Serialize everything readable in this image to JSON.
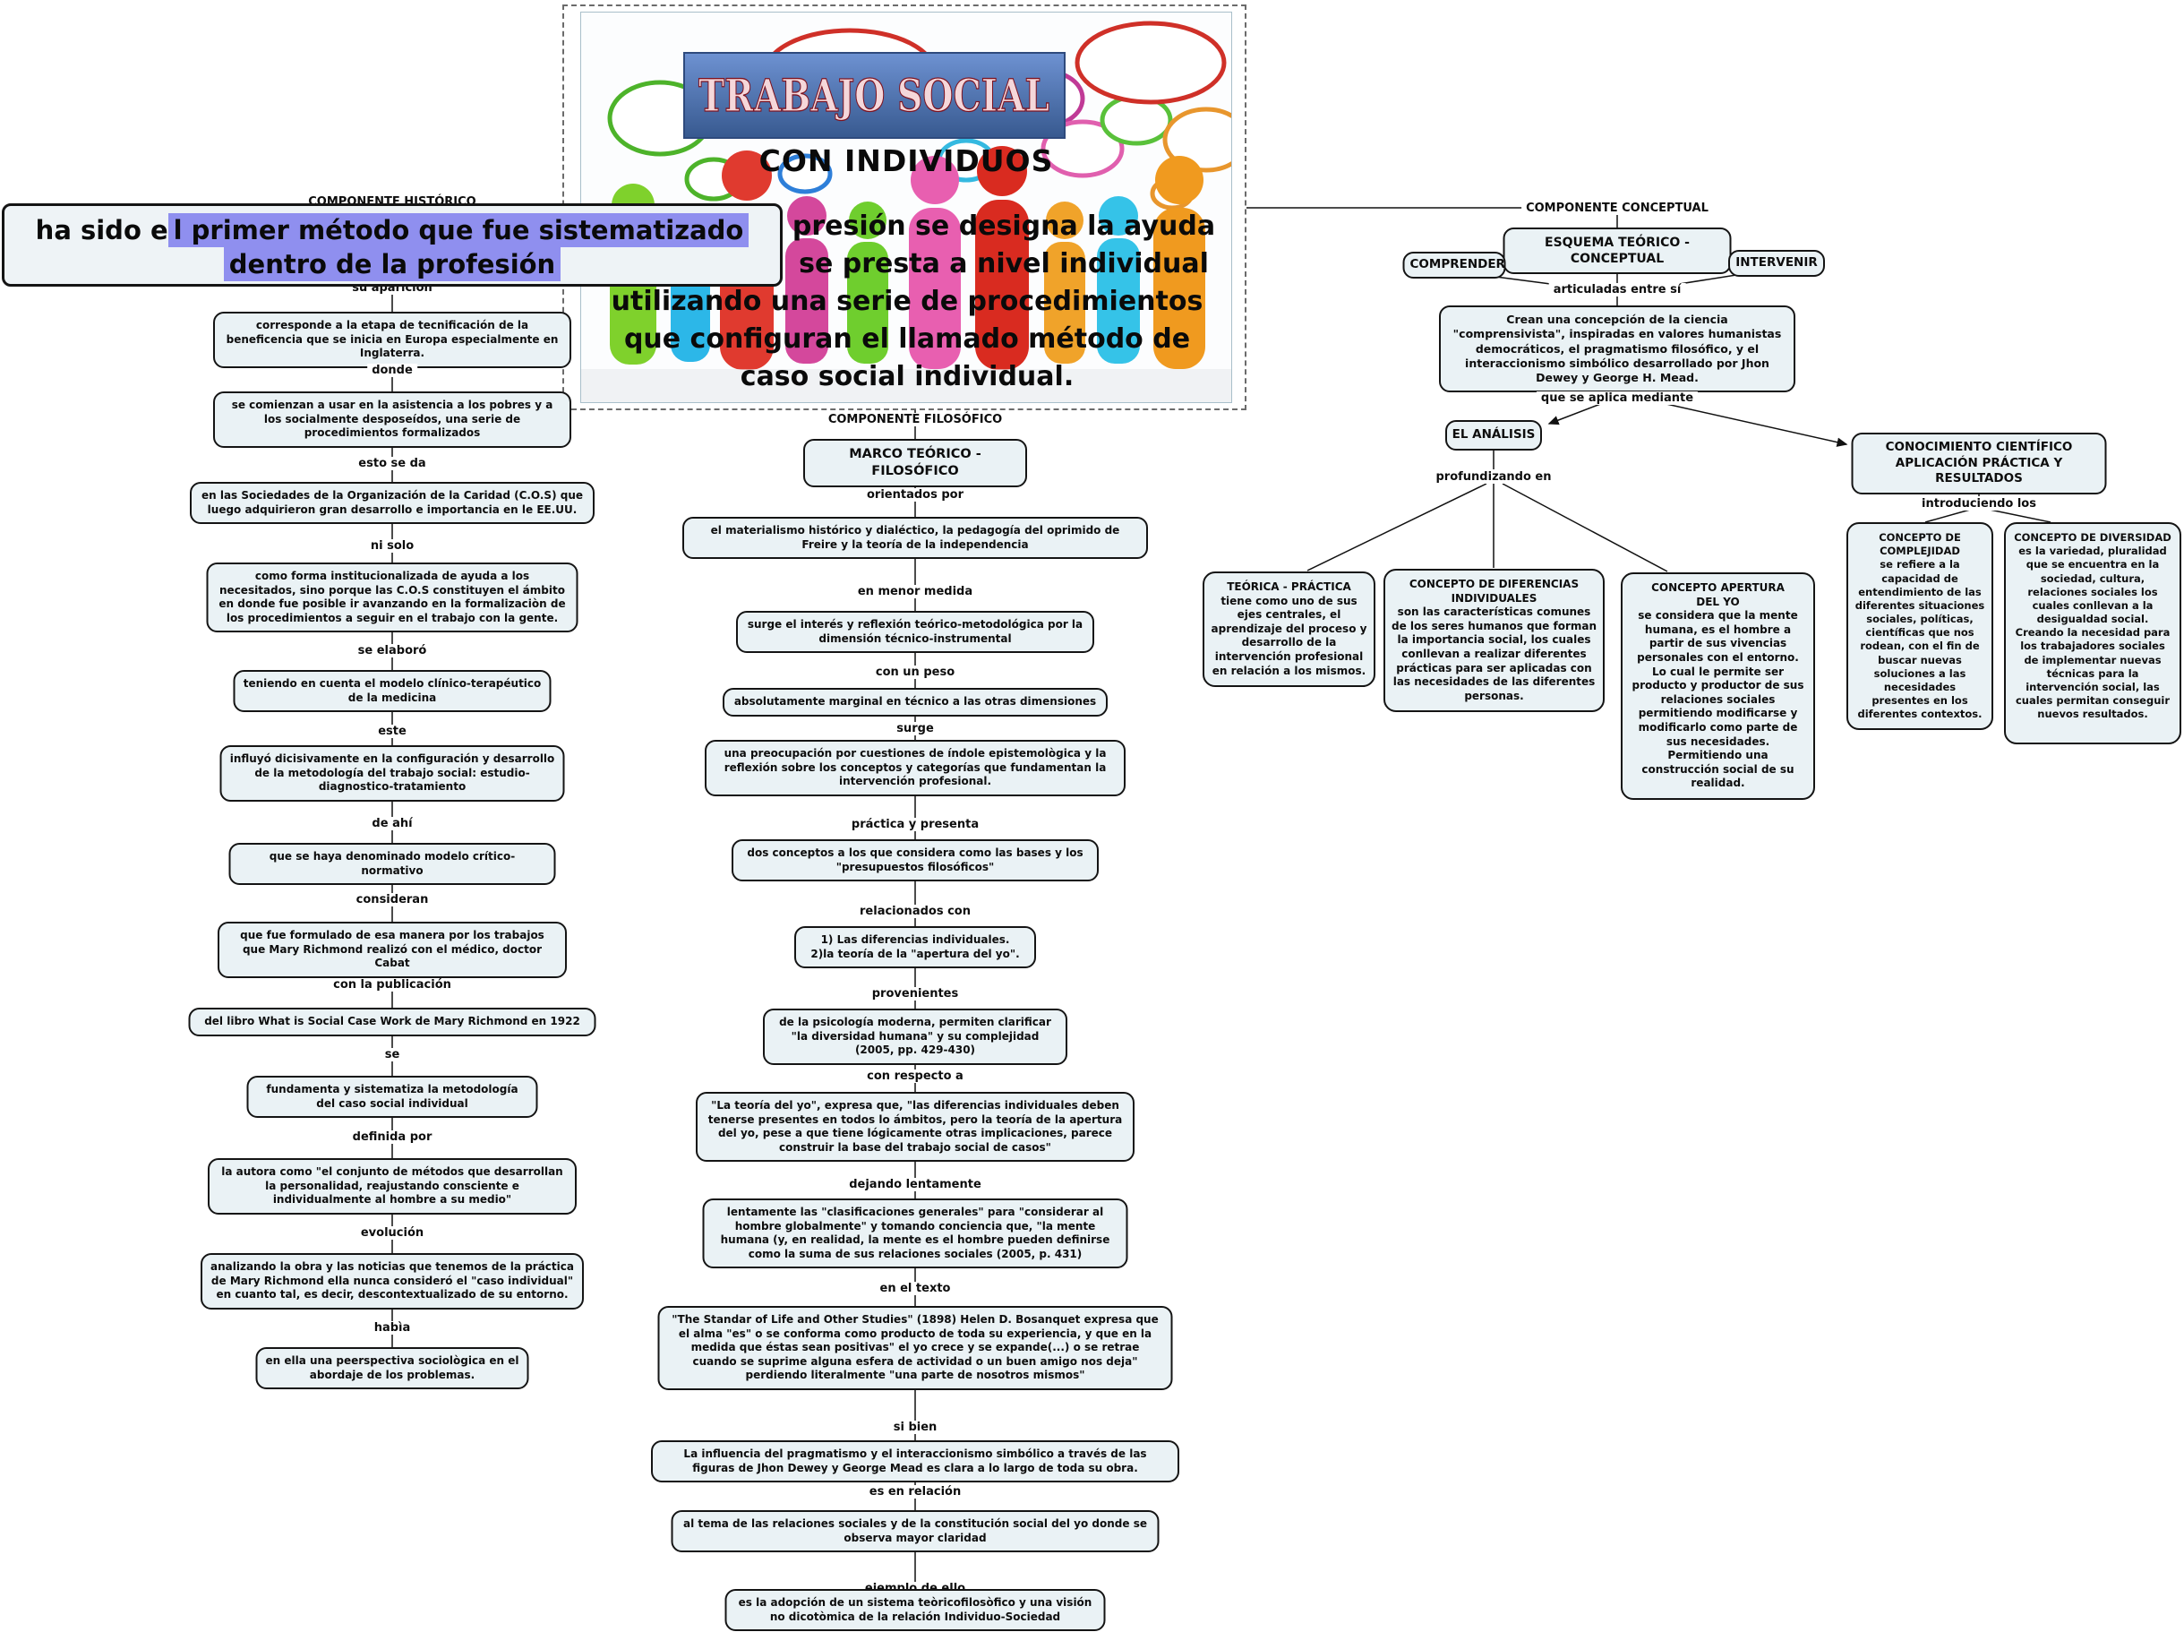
{
  "colors": {
    "node_fill": "#eaf2f5",
    "node_border": "#141414",
    "selection_highlight": "#8f8fef",
    "banner_blue": "#4f74b8",
    "banner_text": "#f5d7da"
  },
  "image": {
    "banner_title": "TRABAJO SOCIAL",
    "subtitle": "CON INDIVIDUOS",
    "caption_a": "presión se designa la ayuda\nse presta a nivel individual",
    "caption_b": "utilizando una serie de procedimientos\nque configuran el llamado método de\ncaso social individual.",
    "figure_colors": [
      "#7fd12c",
      "#2cb7e8",
      "#e03a2f",
      "#d4489c",
      "#6fce2e",
      "#e85fb0",
      "#d92b20",
      "#f0a32a",
      "#35c3e8",
      "#f09a1f"
    ]
  },
  "note": {
    "plain": "ha sido e",
    "highlight1": "l primer método que fue sistematizado",
    "highlight2": "dentro de la profesión"
  },
  "historical": {
    "label": "COMPONENTE HISTÓRICO",
    "chain": [
      {
        "link": "su aparición",
        "node": "corresponde a la etapa de tecnificación de la beneficencia que se inicia en Europa especialmente en Inglaterra."
      },
      {
        "link": "donde",
        "node": "se comienzan a usar en la asistencia a los pobres y a los socialmente desposeídos, una serie de procedimientos formalizados"
      },
      {
        "link": "esto se da",
        "node": "en las Sociedades de la Organización de la Caridad (C.O.S) que luego adquirieron gran desarrollo e importancia en le EE.UU."
      },
      {
        "link": "ni solo",
        "node": "como forma institucionalizada de ayuda a los necesitados, sino porque las C.O.S constituyen el ámbito en donde fue posible ir avanzando en la formalizaciòn de los procedimientos a seguir en el trabajo con la gente."
      },
      {
        "link": "se elaboró",
        "node": "teniendo en cuenta el modelo clínico-terapéutico de la medicina"
      },
      {
        "link": "este",
        "node": "influyó dicisivamente en la configuración y desarrollo de la metodología del trabajo social: estudio-diagnostico-tratamiento"
      },
      {
        "link": "de ahí",
        "node": "que se haya denominado modelo crítico-normativo"
      },
      {
        "link": "consideran",
        "node": "que fue formulado de esa manera por los trabajos que Mary Richmond realizó con el médico, doctor Cabat"
      },
      {
        "link": "con la publicación",
        "node": "del libro What is Social Case Work de Mary Richmond en 1922"
      },
      {
        "link": "se",
        "node": "fundamenta y sistematiza la metodología del caso social individual"
      },
      {
        "link": "definida por",
        "node": "la autora como \"el conjunto de métodos que desarrollan la personalidad, reajustando consciente e individualmente al hombre a su medio\""
      },
      {
        "link": "evolución",
        "node": "analizando la obra y las noticias que tenemos de la práctica de Mary Richmond ella nunca consideró el \"caso individual\" en cuanto tal, es decir, descontextualizado de su entorno."
      },
      {
        "link": "habìa",
        "node": "en ella una peerspectiva sociològica en el abordaje de los problemas."
      }
    ]
  },
  "philosophical": {
    "label": "COMPONENTE FILOSÓFICO",
    "root": "MARCO TEÓRICO - FILOSÓFICO",
    "chain": [
      {
        "link": "orientados por",
        "node": "el materialismo histórico y dialéctico, la pedagogía del oprimido de Freire y la teoría de la independencia"
      },
      {
        "link": "en menor medida",
        "node": "surge el interés y reflexión teórico-metodológica por la dimensión técnico-instrumental"
      },
      {
        "link": "con un peso",
        "node": "absolutamente marginal en técnico a las otras dimensiones"
      },
      {
        "link": "surge",
        "node": "una preocupación por cuestiones de índole epistemològica y la reflexión sobre los conceptos y categorías que fundamentan la intervención profesional."
      },
      {
        "link": "práctica y presenta",
        "node": "dos conceptos a los que considera como las bases y los \"presupuestos filosóficos\""
      },
      {
        "link": "relacionados con",
        "node": "1) Las diferencias individuales.\n2)la teoría de la \"apertura del yo\"."
      },
      {
        "link": "provenientes",
        "node": "de la psicología moderna, permiten clarificar\n\"la diversidad humana\" y su complejidad\n(2005, pp. 429-430)"
      },
      {
        "link": "con  respecto a",
        "node": "\"La teoría del yo\", expresa que, \"las diferencias individuales deben tenerse presentes en todos lo ámbitos, pero la teoría de la apertura del yo, pese a que tiene lógicamente otras implicaciones, parece construir la base del trabajo social de casos\""
      },
      {
        "link": "dejando lentamente",
        "node": "lentamente las \"clasificaciones generales\" para \"considerar al hombre globalmente\" y tomando conciencia que, \"la mente humana (y, en realidad, la mente es el hombre pueden definirse como la suma de sus relaciones sociales (2005, p. 431)"
      },
      {
        "link": "en el texto",
        "node": "\"The Standar of Life and Other Studies\" (1898) Helen D. Bosanquet expresa que el alma \"es\" o se conforma como producto de toda su experiencia, y que en la medida que éstas sean positivas\" el yo crece y se expande(...) o se retrae cuando se suprime alguna esfera de actividad o un buen amigo nos deja\" perdiendo literalmente \"una parte de nosotros mismos\""
      },
      {
        "link": "si bien",
        "node": "La influencia del pragmatismo y el interaccionismo simbólico a través de las figuras de Jhon Dewey y George Mead es clara a lo largo de toda su obra."
      },
      {
        "link": "es en relación",
        "node": "al tema de las relaciones sociales y de la constitución social del yo donde se observa mayor claridad"
      },
      {
        "link": "ejemplo de ello",
        "node": "es la adopción de un sistema teòricofilosòfico y una visión no dicotòmica de la relación Individuo-Sociedad"
      }
    ]
  },
  "conceptual": {
    "label": "COMPONENTE CONCEPTUAL",
    "esquema": "ESQUEMA TEÓRICO - CONCEPTUAL",
    "comprender": "COMPRENDER",
    "intervenir": "INTERVENIR",
    "link_articuladas": "articuladas entre sí",
    "crean": "Crean una concepción de la ciencia \"comprensivista\", inspiradas en valores humanistas democráticos, el pragmatismo filosófico, y el interaccionismo simbólico desarrollado por Jhon Dewey y George H. Mead.",
    "link_aplica": "que se aplica mediante",
    "analisis": "EL ANÁLISIS",
    "link_profundizando": "profundizando en",
    "teorica": {
      "title": "TEÓRICA - PRÁCTICA",
      "body": "tiene como uno de sus ejes centrales, el aprendizaje del proceso y desarrollo de la intervención profesional en relación a los mismos."
    },
    "diferencias": {
      "title": "CONCEPTO DE DIFERENCIAS INDIVIDUALES",
      "body": "son las características comunes de los seres humanos que forman la importancia social, los cuales conllevan a realizar diferentes prácticas para ser aplicadas con las necesidades de las diferentes personas."
    },
    "apertura": {
      "title": "CONCEPTO APERTURA\nDEL YO",
      "body": "se considera que la mente humana, es el hombre a partir de sus vivencias personales con el entorno. Lo cual le permite ser producto y productor de sus relaciones sociales permitiendo modificarse y modificarlo como parte de sus necesidades. Permitiendo una construcción social de su realidad."
    },
    "conocimiento": "CONOCIMIENTO CIENTÍFICO\nAPLICACIÓN PRÁCTICA Y RESULTADOS",
    "link_introduciendo": "introduciendo los",
    "complejidad": {
      "title": "CONCEPTO DE COMPLEJIDAD",
      "body": "se refiere a la capacidad de entendimiento de las diferentes situaciones sociales, políticas, científicas que nos rodean, con el fin de buscar nuevas soluciones a las necesidades presentes en los diferentes contextos."
    },
    "diversidad": {
      "title": "CONCEPTO DE DIVERSIDAD",
      "body": "es la variedad, pluralidad que se encuentra en la sociedad, cultura, relaciones sociales los cuales conllevan a la desigualdad social. Creando la necesidad para los trabajadores sociales de implementar nuevas técnicas para la intervención social, las cuales permitan conseguir nuevos resultados."
    }
  }
}
